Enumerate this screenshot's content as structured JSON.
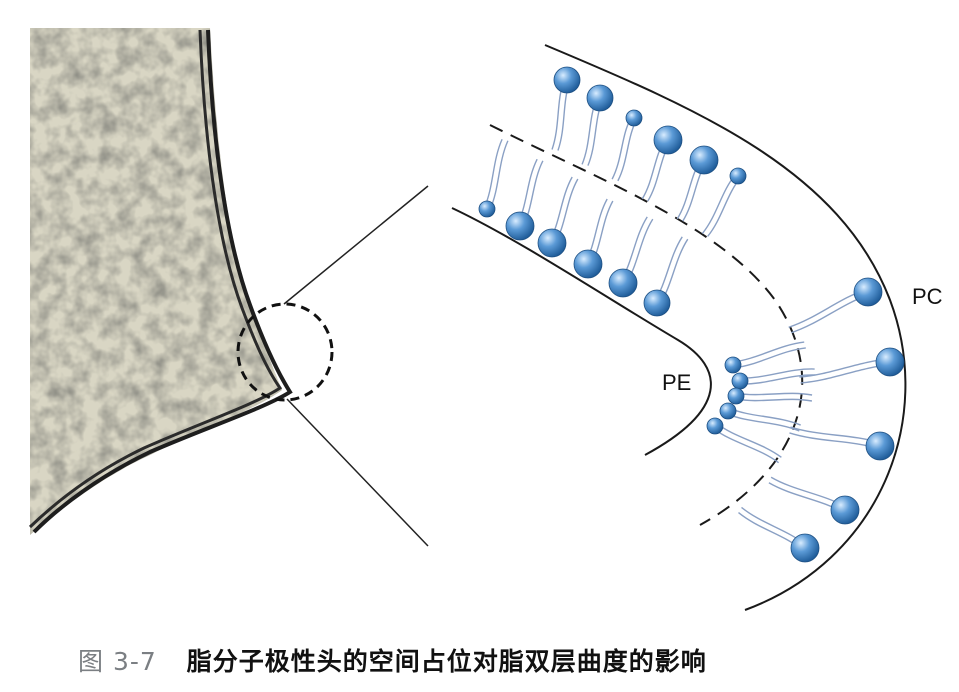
{
  "figure": {
    "labels": {
      "pc": "PC",
      "pe": "PE"
    }
  },
  "caption": {
    "number": "图 3-7",
    "text": "脂分子极性头的空间占位对脂双层曲度的影响"
  },
  "colors": {
    "head_fill": "#3f84c7",
    "head_highlight": "#d8ecff",
    "tail": "#8aa0c4",
    "membrane": "#1e1e1e",
    "micrograph": "#c9c7b6",
    "caption_number": "#7b7f83"
  }
}
